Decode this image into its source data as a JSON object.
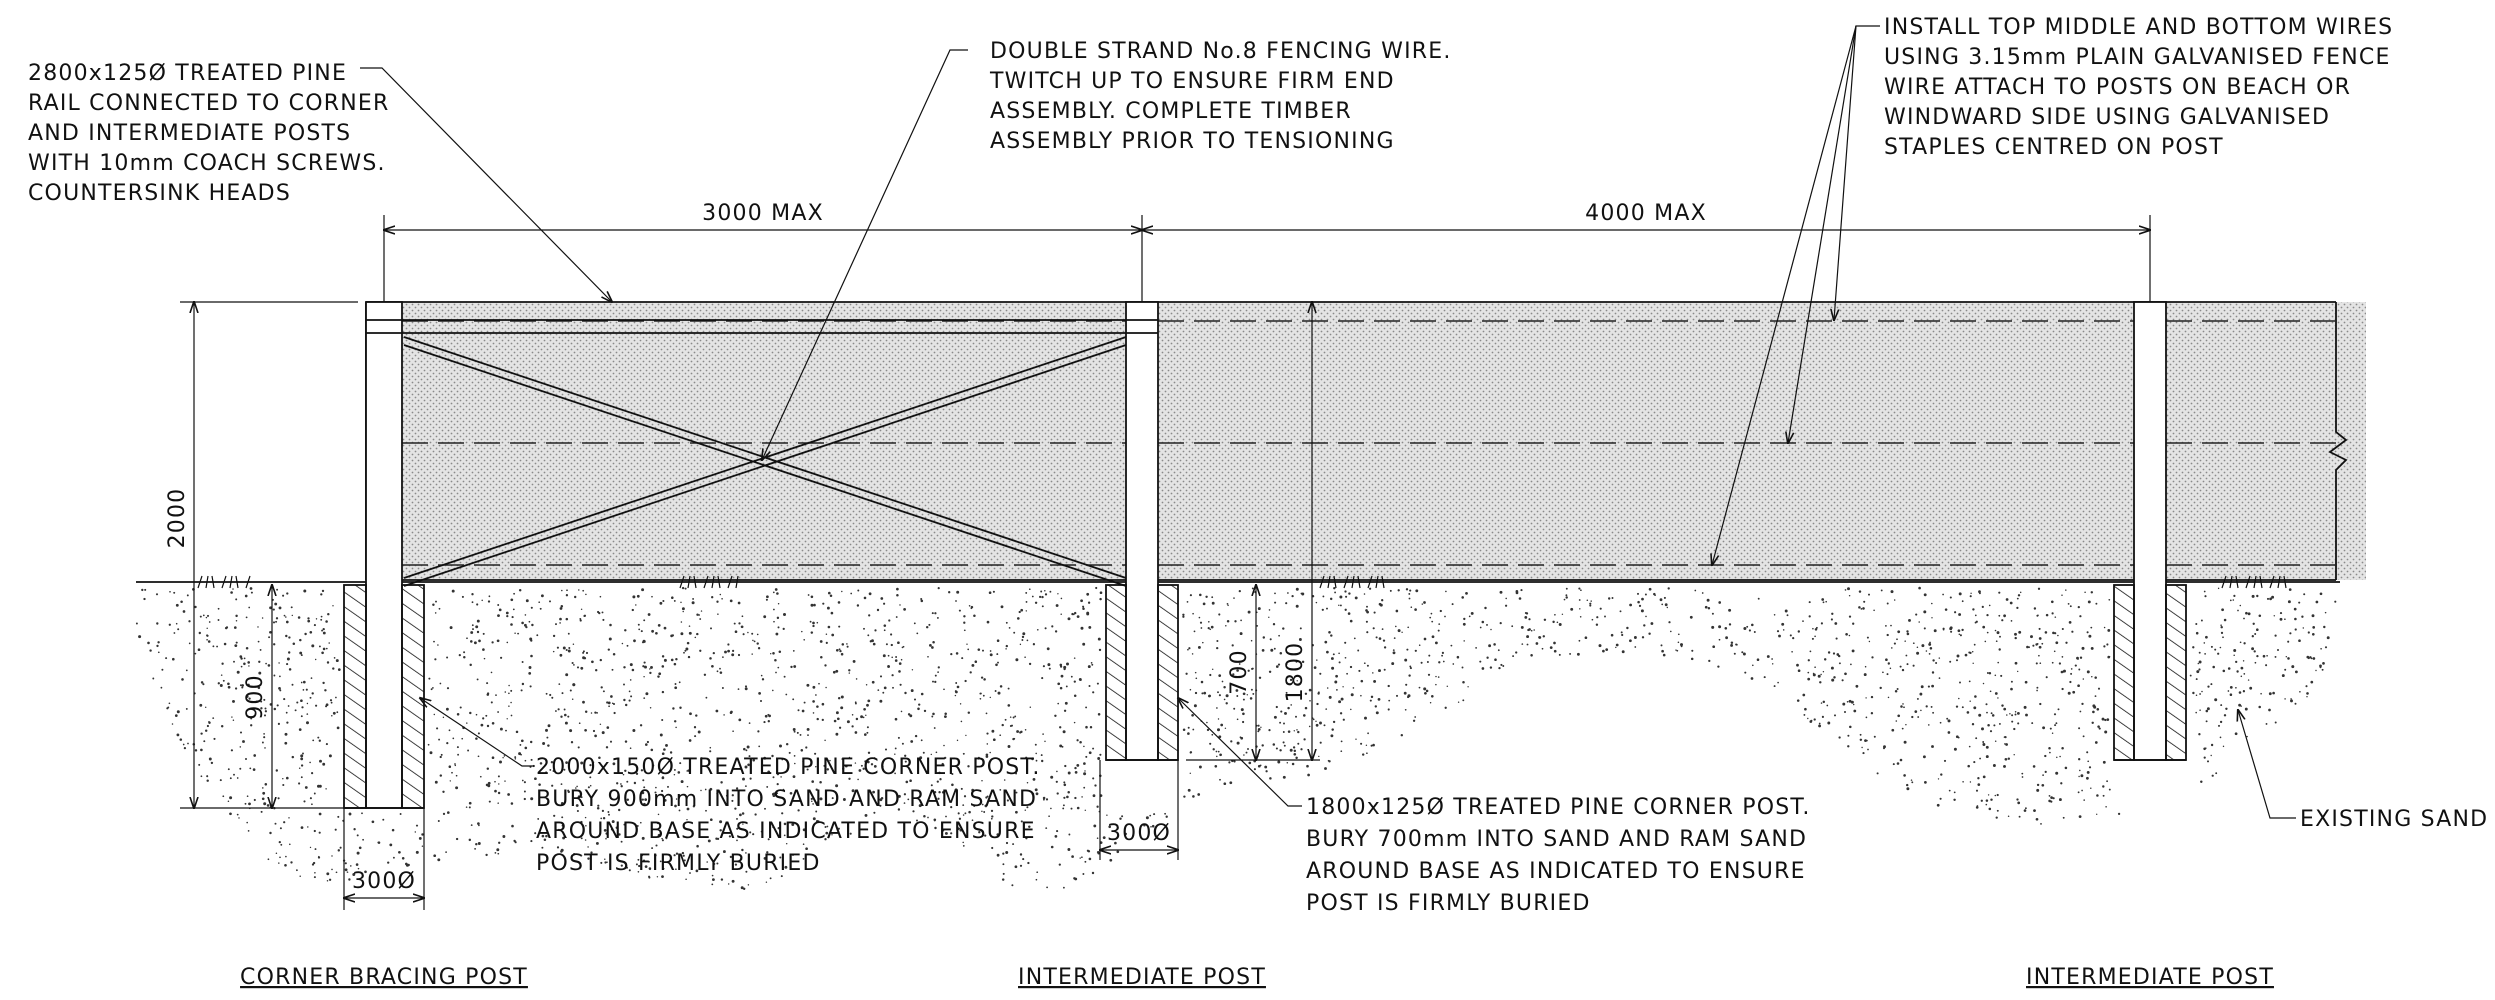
{
  "notes": {
    "rail": [
      "2800x125Ø  TREATED PINE",
      "RAIL CONNECTED TO CORNER",
      "AND INTERMEDIATE POSTS",
      "WITH 10mm COACH SCREWS.",
      "COUNTERSINK HEADS"
    ],
    "brace_wire": [
      "DOUBLE STRAND No.8 FENCING WIRE.",
      "TWITCH UP TO ENSURE FIRM END",
      "ASSEMBLY. COMPLETE TIMBER",
      "ASSEMBLY PRIOR TO TENSIONING"
    ],
    "wires": [
      "INSTALL TOP MIDDLE AND BOTTOM WIRES",
      "USING 3.15mm PLAIN GALVANISED FENCE",
      "WIRE ATTACH TO POSTS ON BEACH OR",
      "WINDWARD SIDE USING GALVANISED",
      "STAPLES CENTRED ON POST"
    ],
    "corner_post": [
      "2000x150Ø  TREATED PINE CORNER POST.",
      "BURY 900mm INTO SAND AND RAM SAND",
      "AROUND BASE AS INDICATED TO ENSURE",
      "POST IS FIRMLY BURIED"
    ],
    "intermediate_post": [
      "1800x125Ø  TREATED PINE CORNER POST.",
      "BURY 700mm INTO SAND AND RAM SAND",
      "AROUND BASE AS INDICATED TO ENSURE",
      "POST IS FIRMLY BURIED"
    ],
    "sand": "EXISTING SAND"
  },
  "dimensions": {
    "span_left": "3000 MAX",
    "span_right": "4000 MAX",
    "height_total": "2000",
    "corner_bury": "900",
    "corner_hole": "300Ø",
    "intermediate_hole": "300Ø",
    "intermediate_bury": "700",
    "intermediate_height": "1800"
  },
  "captions": {
    "left": "CORNER BRACING POST",
    "middle": "INTERMEDIATE POST",
    "right": "INTERMEDIATE POST"
  },
  "colors": {
    "line": "#111111",
    "fence_fill": "#d6d6d6",
    "sand_dot": "#333333"
  }
}
